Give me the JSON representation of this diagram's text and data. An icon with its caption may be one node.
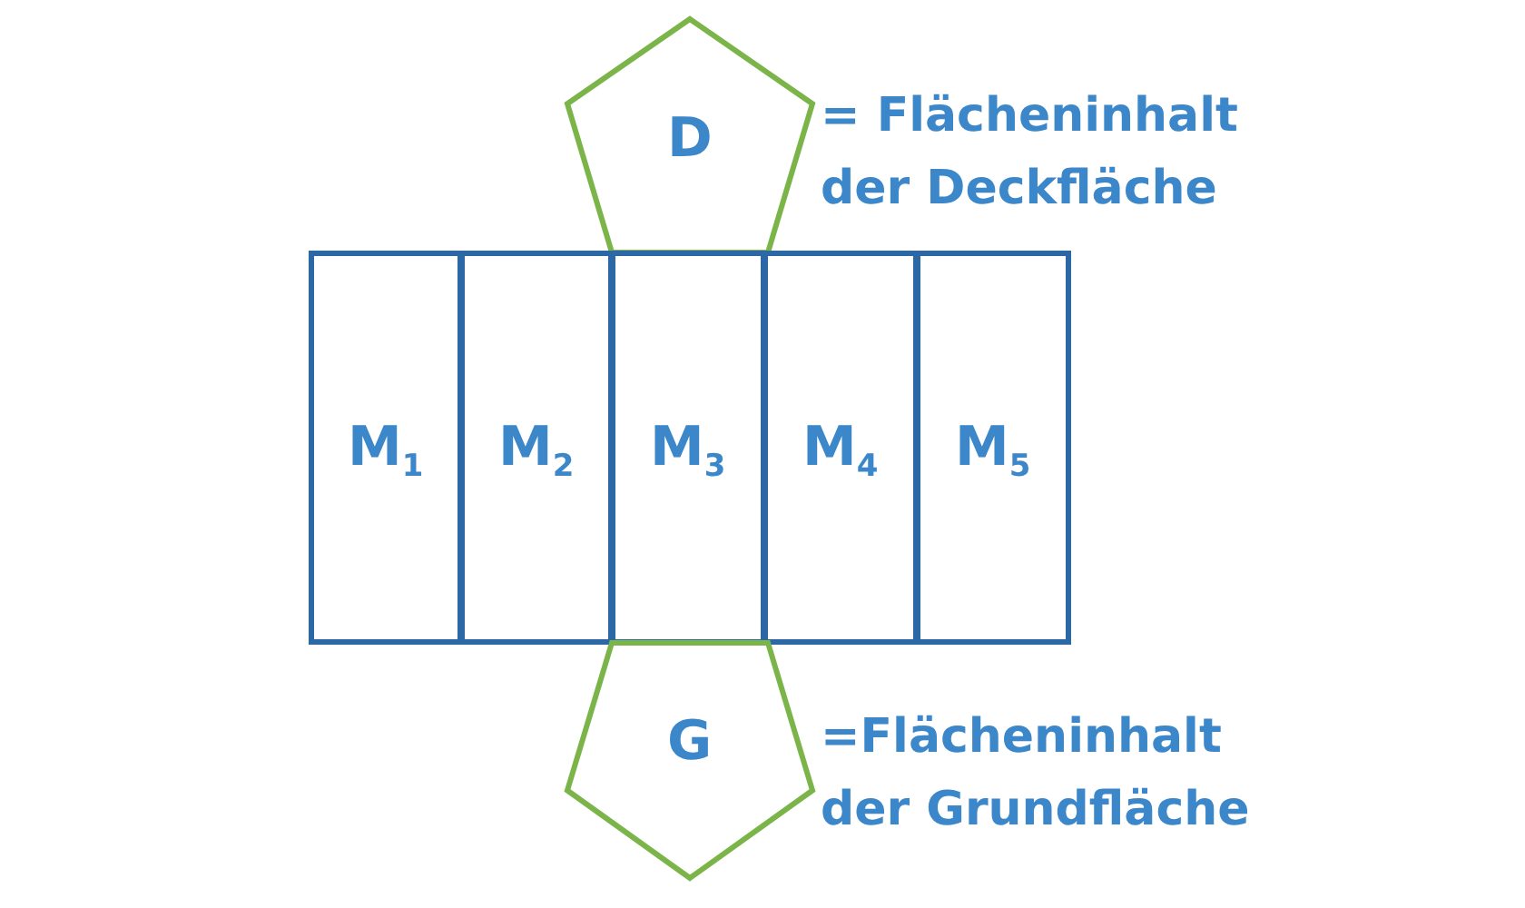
{
  "diagram": {
    "nodes": [
      {
        "text": [
          "D"
        ],
        "beside": [
          "= Flächeninhalt der Deckfläche"
        ]
      },
      {
        "text": [
          "M$_{1}$"
        ]
      },
      {
        "text": [
          "M$_{2}$"
        ]
      },
      {
        "text": [
          "M$_{3}$"
        ]
      },
      {
        "text": [
          "M$_{4}$"
        ]
      },
      {
        "text": [
          "M$_{5}$"
        ]
      },
      {
        "text": [
          "G"
        ],
        "beside": [
          "=Flächeninhalt der Grundfläche"
        ]
      }
    ]
  }
}
